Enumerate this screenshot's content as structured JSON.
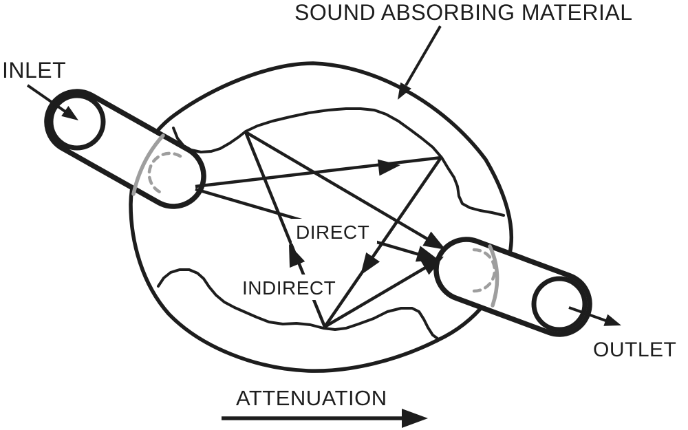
{
  "labels": {
    "material": "SOUND ABSORBING MATERIAL",
    "inlet": "INLET",
    "outlet": "OUTLET",
    "direct": "DIRECT",
    "indirect": "INDIRECT",
    "attenuation": "ATTENUATION"
  },
  "colors": {
    "ink": "#1d1d1d",
    "muted_gray": "#9e9e9e",
    "background": "#ffffff"
  },
  "sound_paths": {
    "direct": [
      "inlet",
      "outlet"
    ],
    "indirect": [
      "inlet",
      "right-lining",
      "bottom-lining",
      "top-lining",
      "outlet"
    ]
  }
}
